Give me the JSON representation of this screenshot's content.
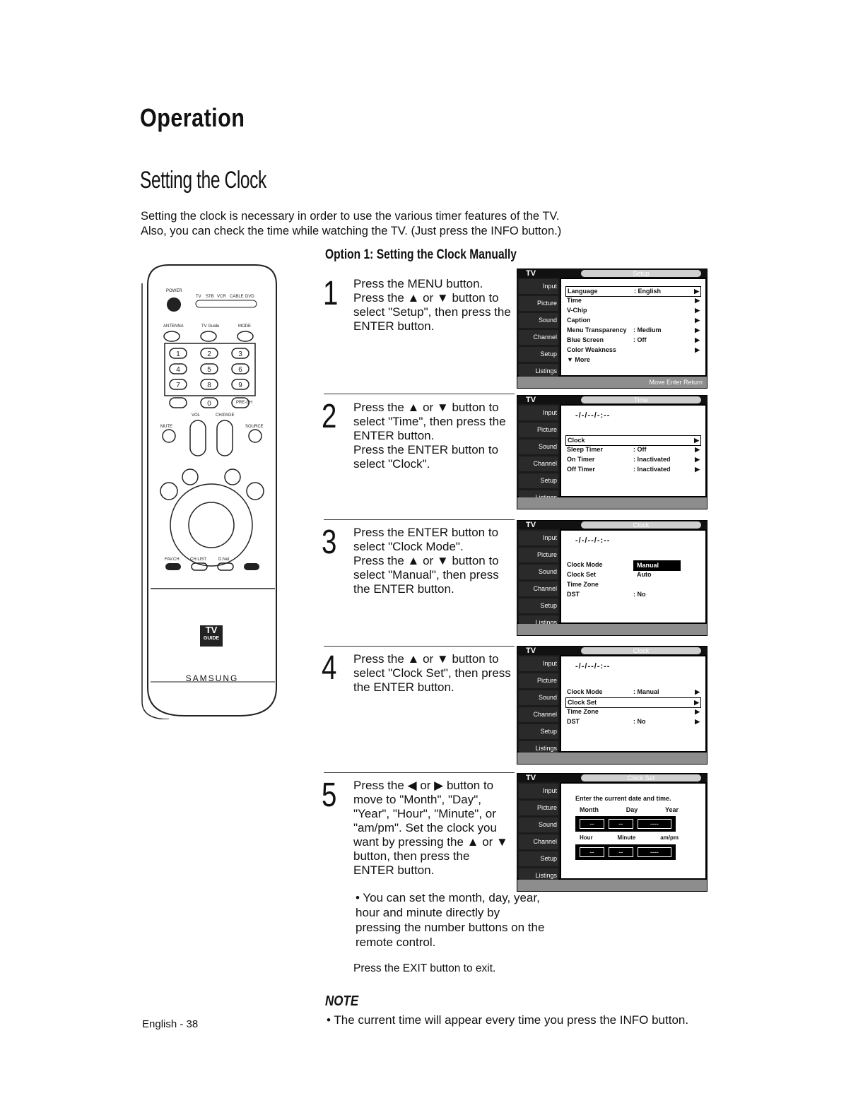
{
  "header": {
    "section": "Operation",
    "title": "Setting the Clock"
  },
  "intro": {
    "line1": "Setting the clock is necessary in order to use the various timer features of the TV.",
    "line2": "Also, you can check the time while watching the TV. (Just press the INFO button.)"
  },
  "option_heading": "Option 1: Setting the Clock Manually",
  "remote": {
    "brand": "SAMSUNG",
    "logo_top": "TV",
    "logo_bottom": "GUIDE",
    "labels": [
      "POWER",
      "TV",
      "STB",
      "VCR",
      "CABLE",
      "DVD",
      "ANTENNA",
      "TV Guide",
      "MODE",
      "VOL",
      "CH/PAGE",
      "MUTE",
      "SOURCE",
      "FAV.CH",
      "CH.LIST",
      "D.Net"
    ],
    "keys": [
      "1",
      "2",
      "3",
      "4",
      "5",
      "6",
      "7",
      "8",
      "9",
      "0",
      "PRE-CH"
    ]
  },
  "steps": [
    {
      "num": "1",
      "text": "Press the MENU button.\nPress the ▲ or ▼ button to select \"Setup\", then press the ENTER button."
    },
    {
      "num": "2",
      "text": "Press the ▲ or ▼ button to select \"Time\", then press the ENTER button.\nPress the ENTER button to select \"Clock\"."
    },
    {
      "num": "3",
      "text": "Press the ENTER button to select \"Clock Mode\".\nPress the ▲ or ▼ button to select \"Manual\", then press the ENTER button."
    },
    {
      "num": "4",
      "text": "Press the ▲ or ▼ button to select \"Clock Set\", then press the ENTER button."
    },
    {
      "num": "5",
      "text": "Press the ◀ or ▶ button to move to \"Month\", \"Day\", \"Year\", \"Hour\", \"Minute\", or \"am/pm\". Set the clock you want by pressing the ▲ or ▼ button, then press the ENTER button."
    }
  ],
  "osd": {
    "tv_label": "TV",
    "sidebar": [
      "Input",
      "Picture",
      "Sound",
      "Channel",
      "Setup",
      "Listings"
    ],
    "screen1": {
      "title": "Setup",
      "rows": [
        {
          "k": "Language",
          "v": ": English",
          "arrow": "▶"
        },
        {
          "k": "Time",
          "v": "",
          "arrow": "▶"
        },
        {
          "k": "V-Chip",
          "v": "",
          "arrow": "▶"
        },
        {
          "k": "Caption",
          "v": "",
          "arrow": "▶"
        },
        {
          "k": "Menu Transparency",
          "v": ": Medium",
          "arrow": "▶"
        },
        {
          "k": "Blue Screen",
          "v": ": Off",
          "arrow": "▶"
        },
        {
          "k": "Color Weakness",
          "v": "",
          "arrow": "▶"
        },
        {
          "k": "▼ More",
          "v": "",
          "arrow": ""
        }
      ],
      "footer": "Move  Enter  Return"
    },
    "screen2": {
      "title": "Time",
      "time": "-/-/--/-:--",
      "rows": [
        {
          "k": "Clock",
          "v": "",
          "arrow": "▶"
        },
        {
          "k": "Sleep Timer",
          "v": ": Off",
          "arrow": "▶"
        },
        {
          "k": "On Timer",
          "v": ": Inactivated",
          "arrow": "▶"
        },
        {
          "k": "Off Timer",
          "v": ": Inactivated",
          "arrow": "▶"
        }
      ]
    },
    "screen3": {
      "title": "Clock",
      "time": "-/-/--/-:--",
      "rows": [
        {
          "k": "Clock Mode",
          "v": "Manual"
        },
        {
          "k": "Clock Set",
          "v": "Auto"
        },
        {
          "k": "Time Zone",
          "v": ""
        },
        {
          "k": "DST",
          "v": ": No"
        }
      ]
    },
    "screen4": {
      "title": "Clock",
      "time": "-/-/--/-:--",
      "rows": [
        {
          "k": "Clock Mode",
          "v": ": Manual",
          "arrow": "▶"
        },
        {
          "k": "Clock Set",
          "v": "",
          "arrow": "▶"
        },
        {
          "k": "Time Zone",
          "v": "",
          "arrow": "▶"
        },
        {
          "k": "DST",
          "v": ": No",
          "arrow": "▶"
        }
      ]
    },
    "screen5": {
      "title": "Clock Set",
      "prompt": "Enter the current date and time.",
      "labels1": [
        "Month",
        "Day",
        "Year"
      ],
      "labels2": [
        "Hour",
        "Minute",
        "am/pm"
      ],
      "fields1": [
        "--",
        "--",
        "----"
      ],
      "fields2": [
        "--",
        "--",
        "----"
      ]
    }
  },
  "bullet": "• You can set the month, day, year, hour and minute directly by pressing the number buttons on the remote control.",
  "exit_text": "Press the EXIT button to exit.",
  "note": {
    "heading": "NOTE",
    "text": "• The current time will appear every time you press the INFO button."
  },
  "footer": "English - 38"
}
